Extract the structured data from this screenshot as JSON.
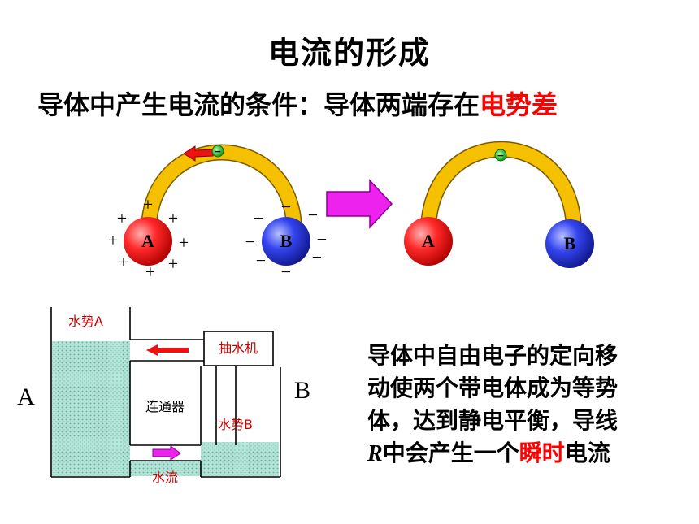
{
  "title": "电流的形成",
  "subtitle": {
    "prefix": "导体中产生电流的条件：导体两端存在",
    "highlight": "电势差"
  },
  "diagram_left": {
    "ball_a_label": "A",
    "ball_b_label": "B",
    "plus_sign": "+",
    "minus_sign": "−",
    "electron_sign": "−"
  },
  "diagram_right": {
    "ball_a_label": "A",
    "ball_b_label": "B",
    "electron_sign": "−"
  },
  "water": {
    "level_a": "水势A",
    "level_b": "水势B",
    "pump": "抽水机",
    "connector": "连通器",
    "flow": "水流",
    "tank_a": "A",
    "tank_b": "B"
  },
  "paragraph": {
    "line1": "导体中自由电子的定向移",
    "line2": "动使两个带电体成为等势",
    "line3": "体，达到静电平衡，导线",
    "line4_italic": "R",
    "line4_a": "中会产生一个",
    "line4_hl": "瞬时",
    "line4_b": "电流"
  },
  "colors": {
    "wire": "#f5c000",
    "ball_a": "#ff2a2a",
    "ball_b": "#3344ee",
    "electron": "#22bb22",
    "arrow_red": "#ee1111",
    "arrow_magenta": "#ee22ee",
    "water": "#a8ddd0",
    "highlight": "#ff0000"
  }
}
